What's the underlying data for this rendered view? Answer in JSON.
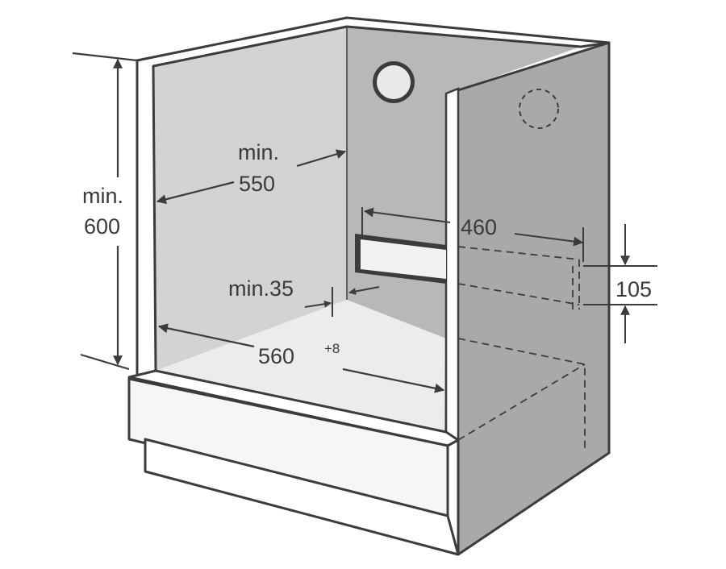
{
  "colors": {
    "outline": "#3c3c3c",
    "panel_back": "#b8b8b8",
    "panel_left": "#d3d3d3",
    "panel_side": "#a9a9a9",
    "floor": "#ececec",
    "plinth": "#f6f6f6",
    "slot": "#f2f2f2",
    "text": "#3a3a3a"
  },
  "labels": {
    "height_min": "min.",
    "height_value": "600",
    "depth_min": "min.",
    "depth_value": "550",
    "width_value": "460",
    "slot_height": "105",
    "clearance": "min.35",
    "inner_width": "560",
    "inner_width_tolerance": "+8"
  },
  "icons": {
    "vent_front": "circular-vent-icon",
    "vent_hidden": "dashed-circle-vent-icon"
  }
}
